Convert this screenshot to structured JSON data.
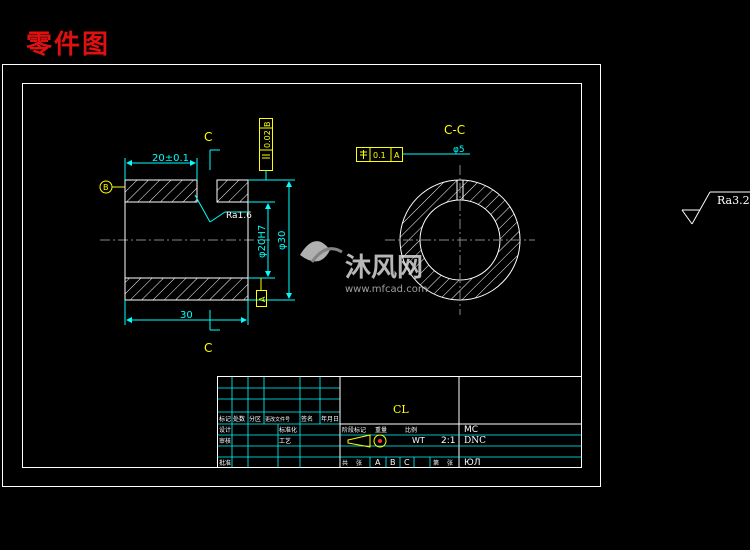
{
  "page_title": "零件图",
  "colors": {
    "frame": "#ffffff",
    "dim": "#00ffff",
    "annotation": "#ffff00",
    "title_red": "#e01010",
    "hatch": "#ffffff",
    "center": "#888888"
  },
  "front_view": {
    "section_label_top": "C",
    "section_label_bottom": "C",
    "datum_b": "B",
    "dim_top": "20±0.1",
    "dim_bottom": "30",
    "dim_bore": "φ20H7",
    "dim_outer": "φ30",
    "roughness": "Ra1.6",
    "datum_a": "A",
    "tol_frame": {
      "value": "0.02",
      "datum": "B"
    }
  },
  "section_view": {
    "label": "C-C",
    "tol_value": "0.1",
    "tol_datum": "A",
    "dim_hole": "φ5"
  },
  "roughness_general": "Ra3.2",
  "watermark": {
    "brand": "沐风网",
    "url": "www.mfcad.com"
  },
  "title_block": {
    "part_name": "CL",
    "scale": "2:1",
    "material": "DNC",
    "code": "MC",
    "sheet_code": "ЮЛ",
    "weight_label": "WT",
    "cells": [
      "A",
      "B",
      "C"
    ],
    "small_text": [
      "标记",
      "处数",
      "分区",
      "更改文件号",
      "签名",
      "年月日",
      "设计",
      "标准化",
      "阶段标记",
      "重量",
      "比例",
      "审核",
      "工艺",
      "批准",
      "共",
      "张",
      "第",
      "张"
    ]
  }
}
